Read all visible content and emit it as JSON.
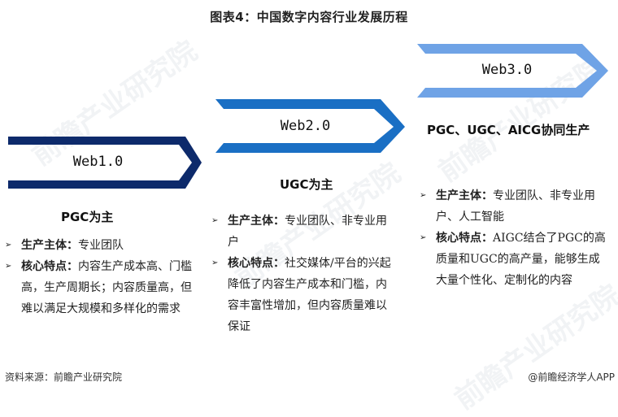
{
  "title": "图表4：中国数字内容行业发展历程",
  "watermark": "前瞻产业研究院",
  "colors": {
    "web1": "#0d2a6b",
    "web2": "#1a6fc4",
    "web3": "#6fa3e6"
  },
  "stages": [
    {
      "label": "Web1.0",
      "subhead": "PGC为主",
      "items": [
        {
          "key": "生产主体：",
          "text": "专业团队"
        },
        {
          "key": "核心特点：",
          "text": "内容生产成本高、门槛高，生产周期长；内容质量高，但难以满足大规模和多样化的需求"
        }
      ]
    },
    {
      "label": "Web2.0",
      "subhead": "UGC为主",
      "items": [
        {
          "key": "生产主体：",
          "text": "专业团队、非专业用户"
        },
        {
          "key": "核心特点：",
          "text": "社交媒体/平台的兴起降低了内容生产成本和门槛，内容丰富性增加，但内容质量难以保证"
        }
      ]
    },
    {
      "label": "Web3.0",
      "subhead": "PGC、UGC、AICG协同生产",
      "items": [
        {
          "key": "生产主体：",
          "text": "专业团队、非专业用户、人工智能"
        },
        {
          "key": "核心特点：",
          "text": "AIGC结合了PGC的高质量和UGC的高产量，能够生成大量个性化、定制化的内容"
        }
      ]
    }
  ],
  "bullet_icon": "➢",
  "footer": {
    "source": "资料来源：前瞻产业研究院",
    "credit": "@前瞻经济学人APP"
  }
}
